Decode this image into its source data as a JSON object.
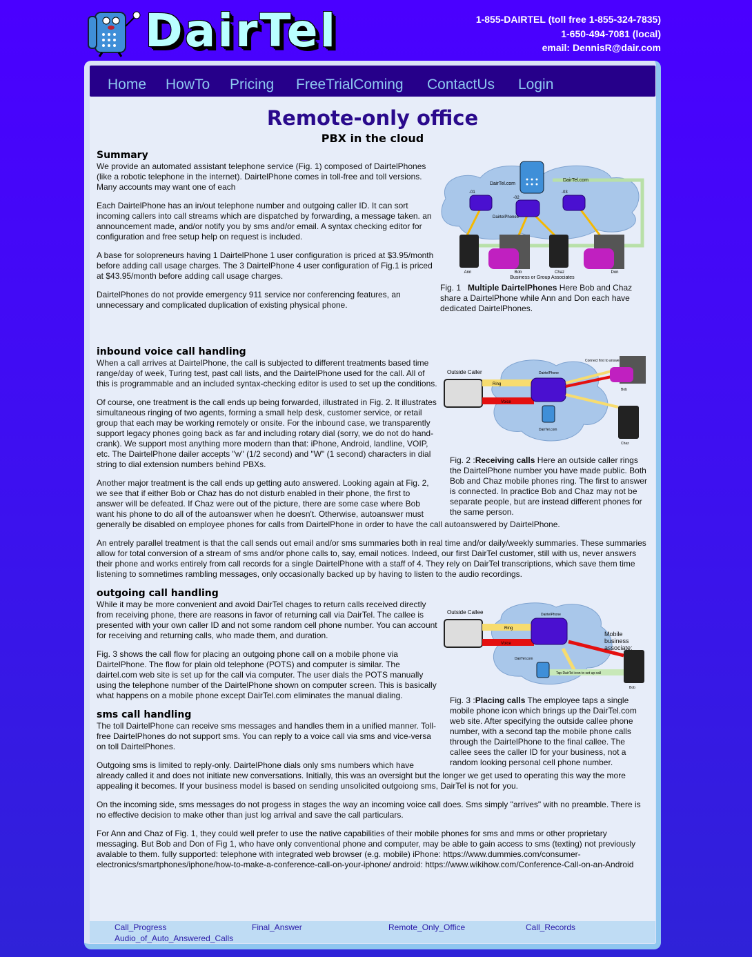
{
  "brand": {
    "name": "DairTel"
  },
  "contact": {
    "tollfree": "1-855-DAIRTEL (toll free 1-855-324-7835)",
    "local": "1-650-494-7081 (local)",
    "email": "email: DennisR@dair.com"
  },
  "nav": [
    {
      "label": "Home"
    },
    {
      "label": "HowTo"
    },
    {
      "label": "Pricing"
    },
    {
      "label": "FreeTrialComing"
    },
    {
      "label": "ContactUs"
    },
    {
      "label": "Login"
    }
  ],
  "page": {
    "title": "Remote-only office",
    "subtitle": "PBX in the cloud"
  },
  "summary": {
    "heading": "Summary",
    "paragraphs": [
      "We provide an automated assistant telephone service (Fig. 1) composed of DairtelPhones (like a robotic telephone in the internet). DairtelPhone comes in toll-free and toll versions. Many accounts may want one of each",
      "Each DairtelPhone has an in/out telephone number and outgoing caller ID. It can sort incoming callers into call streams which are dispatched by forwarding, a message taken. an announcement made, and/or notify you by sms and/or email. A syntax checking editor for configuration and free setup help on request is included.",
      "A base for solopreneurs having 1 DairtelPhone 1 user configuration is priced at $3.95/month before adding call usage charges. The 3 DairtelPhone 4 user configuration of Fig.1 is priced at $43.95/month before adding call usage charges.",
      "DairtelPhones do not provide emergency 911 service nor conferencing features, an unnecessary and complicated duplication of existing physical phone."
    ]
  },
  "fig1": {
    "label": "Fig. 1",
    "title": "Multiple DairtelPhones",
    "text": " Here Bob and Chaz share a DairtelPhone while Ann and Don each have dedicated DairtelPhones.",
    "image_labels": {
      "cloud": "DairTel.com",
      "arrow": "DairTel.com",
      "phones": "DairtelPhones",
      "p1": "-01",
      "p2": "-02",
      "p3": "-03",
      "ann": "Ann",
      "bob": "Bob",
      "chaz": "Chaz",
      "don": "Don",
      "group": "Business or Group Associates"
    }
  },
  "inbound": {
    "heading": "inbound voice call handling",
    "paragraphs": [
      "When a call arrives at DairtelPhone, the call is subjected to different treatments based time range/day of week, Turing test, past call lists, and the DairtelPhone used for the call. All of this is programmable and an included syntax-checking editor is used to set up the conditions.",
      "Of course, one treatment is the call ends up being forwarded, illustrated in Fig. 2. It illustrates simultaneous ringing of two agents, forming a small help desk, customer service, or retail group that each may be working remotely or onsite. For the inbound case, we transparently support legacy phones going back as far and including rotary dial (sorry, we do not do hand-crank). We support most anything more modern than that: iPhone, Android, landline, VOIP, etc. The DairtelPhone dailer accepts \"w\" (1/2 second) and \"W\" (1 second) characters in dial string to dial extension numbers behind PBXs.",
      "Another major treatment is the call ends up getting auto answered. Looking again at Fig. 2, we see that if either Bob or Chaz has do not disturb enabled in their phone, the first to answer will be defeated. If Chaz were out of the picture, there are some case where Bob want his phone to do all of the autoanswer when he doesn't. Otherwise, autoanswer must generally be disabled on employee phones for calls from DairtelPhone in order to have the call autoanswered by DairtelPhone."
    ],
    "parallel": "An entrely parallel treatment is that the call sends out email and/or sms summaries both in real time and/or daily/weekly summaries. These summaries allow for total conversion of a stream of sms and/or phone calls to, say, email notices. Indeed, our first DairTel customer, still with us, never answers their phone and works entirely from call records for a single DairtelPhone with a staff of 4. They rely on DairTel transcriptions, which save them time listening to somnetimes rambling messages, only occasionally backed up by having to listen to the audio recordings."
  },
  "fig2": {
    "label": "Fig. 2  :",
    "title": "Receiving calls",
    "text": " Here an outside caller rings the DairtelPhone number you have made public. Both Bob and Chaz mobile phones ring. The first to answer is connected. In practice Bob and Chaz may not be separate people, but are instead different phones for the same person.",
    "image_labels": {
      "caller": "Outside Caller",
      "ring": "Ring",
      "voice": "Voice",
      "phone": "DairtelPhone",
      "cloud": "DairTel.com",
      "connect": "Connect first to answer",
      "bob": "Bob",
      "chaz": "Chaz"
    }
  },
  "outgoing": {
    "heading": "outgoing call handling",
    "paragraphs": [
      "While it may be more convenient and avoid DairTel chages to return calls received directly from receiving phone, there are reasons in favor of returning call via DairTel. The callee is presented with your own caller ID and not some random cell phone number. You can account for receiving and returning calls, who made them, and duration.",
      "Fig. 3 shows the call flow for placing an outgoing phone call on a mobile phone via DairtelPhone. The flow for plain old telephone (POTS) and computer is similar. The dairtel.com web site is set up for the call via computer. The user dials the POTS manually using the telephone number of the DairtelPhone shown on computer screen. This is basically what happens on a mobile phone except DairTel.com eliminates the manual dialing."
    ]
  },
  "fig3": {
    "label": "Fig. 3  :",
    "title": "Placing calls",
    "text": " The employee taps a single mobile phone icon which brings up the DairTel.com web site. After specifying the outside callee phone number, with a second tap the mobile phone calls through the DairtelPhone to the final callee. The callee sees the caller ID for your business, not a random looking personal cell phone number.",
    "image_labels": {
      "callee": "Outside Callee",
      "ring": "Ring",
      "voice": "Voice",
      "phone": "DairtelPhone",
      "mobile": "Mobile business associate:",
      "cloud": "DairTel.com",
      "tap": "Tap DairTel icon to set up call",
      "bob": "Bob"
    }
  },
  "sms": {
    "heading": "sms call handling",
    "paragraphs": [
      "The toll DairtelPhone can receive sms messages and handles them in a unified manner. Toll-free DairtelPhones do not support sms. You can reply to a voice call via sms and vice-versa on toll DairtelPhones.",
      "Outgoing sms is limited to reply-only. DairtelPhone dials only sms numbers which have already called it and does not initiate new conversations. Initially, this was an oversight but the longer we get used to operating this way the more appealing it becomes. If your business model is based on sending unsolicited outgoiong sms, DairTel is not for you.",
      "On the incoming side, sms messages do not progess in stages the way an incoming voice call does. Sms simply \"arrives\" with no preamble. There is no effective decision to make other than just log arrival and save the call particulars.",
      "For Ann and Chaz of Fig. 1, they could well prefer to use the native capabilities of their mobile phones for sms and mms or other proprietary messaging. But Bob and Don of Fig 1, who have only conventional phone and computer, may be able to gain access to sms (texting) not previously avalable to them. fully supported: telephone with integrated web browser (e.g. mobile) iPhone: https://www.dummies.com/consumer-electronics/smartphones/iphone/how-to-make-a-conference-call-on-your-iphone/ android: https://www.wikihow.com/Conference-Call-on-an-Android"
    ]
  },
  "footer": [
    {
      "label": "Call_Progress"
    },
    {
      "label": "Final_Answer"
    },
    {
      "label": "Remote_Only_Office"
    },
    {
      "label": "Call_Records"
    },
    {
      "label": "Audio_of_Auto_Answered_Calls"
    }
  ],
  "colors": {
    "nav_bg": "#26008a",
    "nav_link": "#8ec8f0",
    "title": "#2a0a8c",
    "content_bg": "#e7edf9",
    "footer_bg": "#bfdcf4"
  }
}
